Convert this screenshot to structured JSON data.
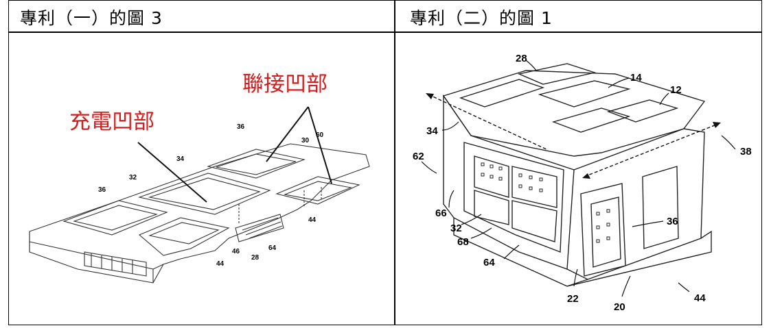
{
  "table": {
    "headers": [
      "專利（一）的圖 3",
      "專利（二）的圖 1"
    ]
  },
  "figure_left": {
    "annotation_charging": "充電凹部",
    "annotation_connecting": "聯接凹部",
    "ref_numbers": [
      "36",
      "60",
      "30",
      "34",
      "36",
      "32",
      "44",
      "46",
      "28",
      "64",
      "44"
    ]
  },
  "figure_right": {
    "ref_numbers": [
      "28",
      "14",
      "12",
      "34",
      "38",
      "62",
      "66",
      "36",
      "32",
      "68",
      "64",
      "22",
      "20",
      "44"
    ]
  }
}
